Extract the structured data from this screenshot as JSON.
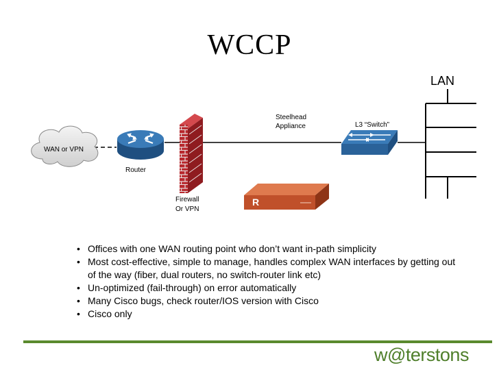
{
  "title": "WCCP",
  "diagram": {
    "lan_label": "LAN",
    "wan_label": "WAN or VPN",
    "router_label": "Router",
    "firewall_label_line1": "Firewall",
    "firewall_label_line2": "Or VPN",
    "steelhead_label_line1": "Steelhead",
    "steelhead_label_line2": "Appliance",
    "switch_label": "L3 “Switch”",
    "appliance_badge": "R"
  },
  "bullets": [
    "Offices with one WAN routing point who don’t want in-path simplicity",
    "Most cost-effective, simple to manage, handles complex WAN interfaces by getting out of the way (fiber, dual routers, no switch-router link etc)",
    "Un-optimized (fail-through) on error automatically",
    "Many Cisco bugs, check router/IOS version with Cisco",
    "Cisco only"
  ],
  "footer": {
    "logo": "w@terstons"
  },
  "colors": {
    "router_blue": "#2f6fa7",
    "firewall_red": "#b8282d",
    "appliance_orange": "#c8572a",
    "brand_green": "#4f7f2b"
  }
}
